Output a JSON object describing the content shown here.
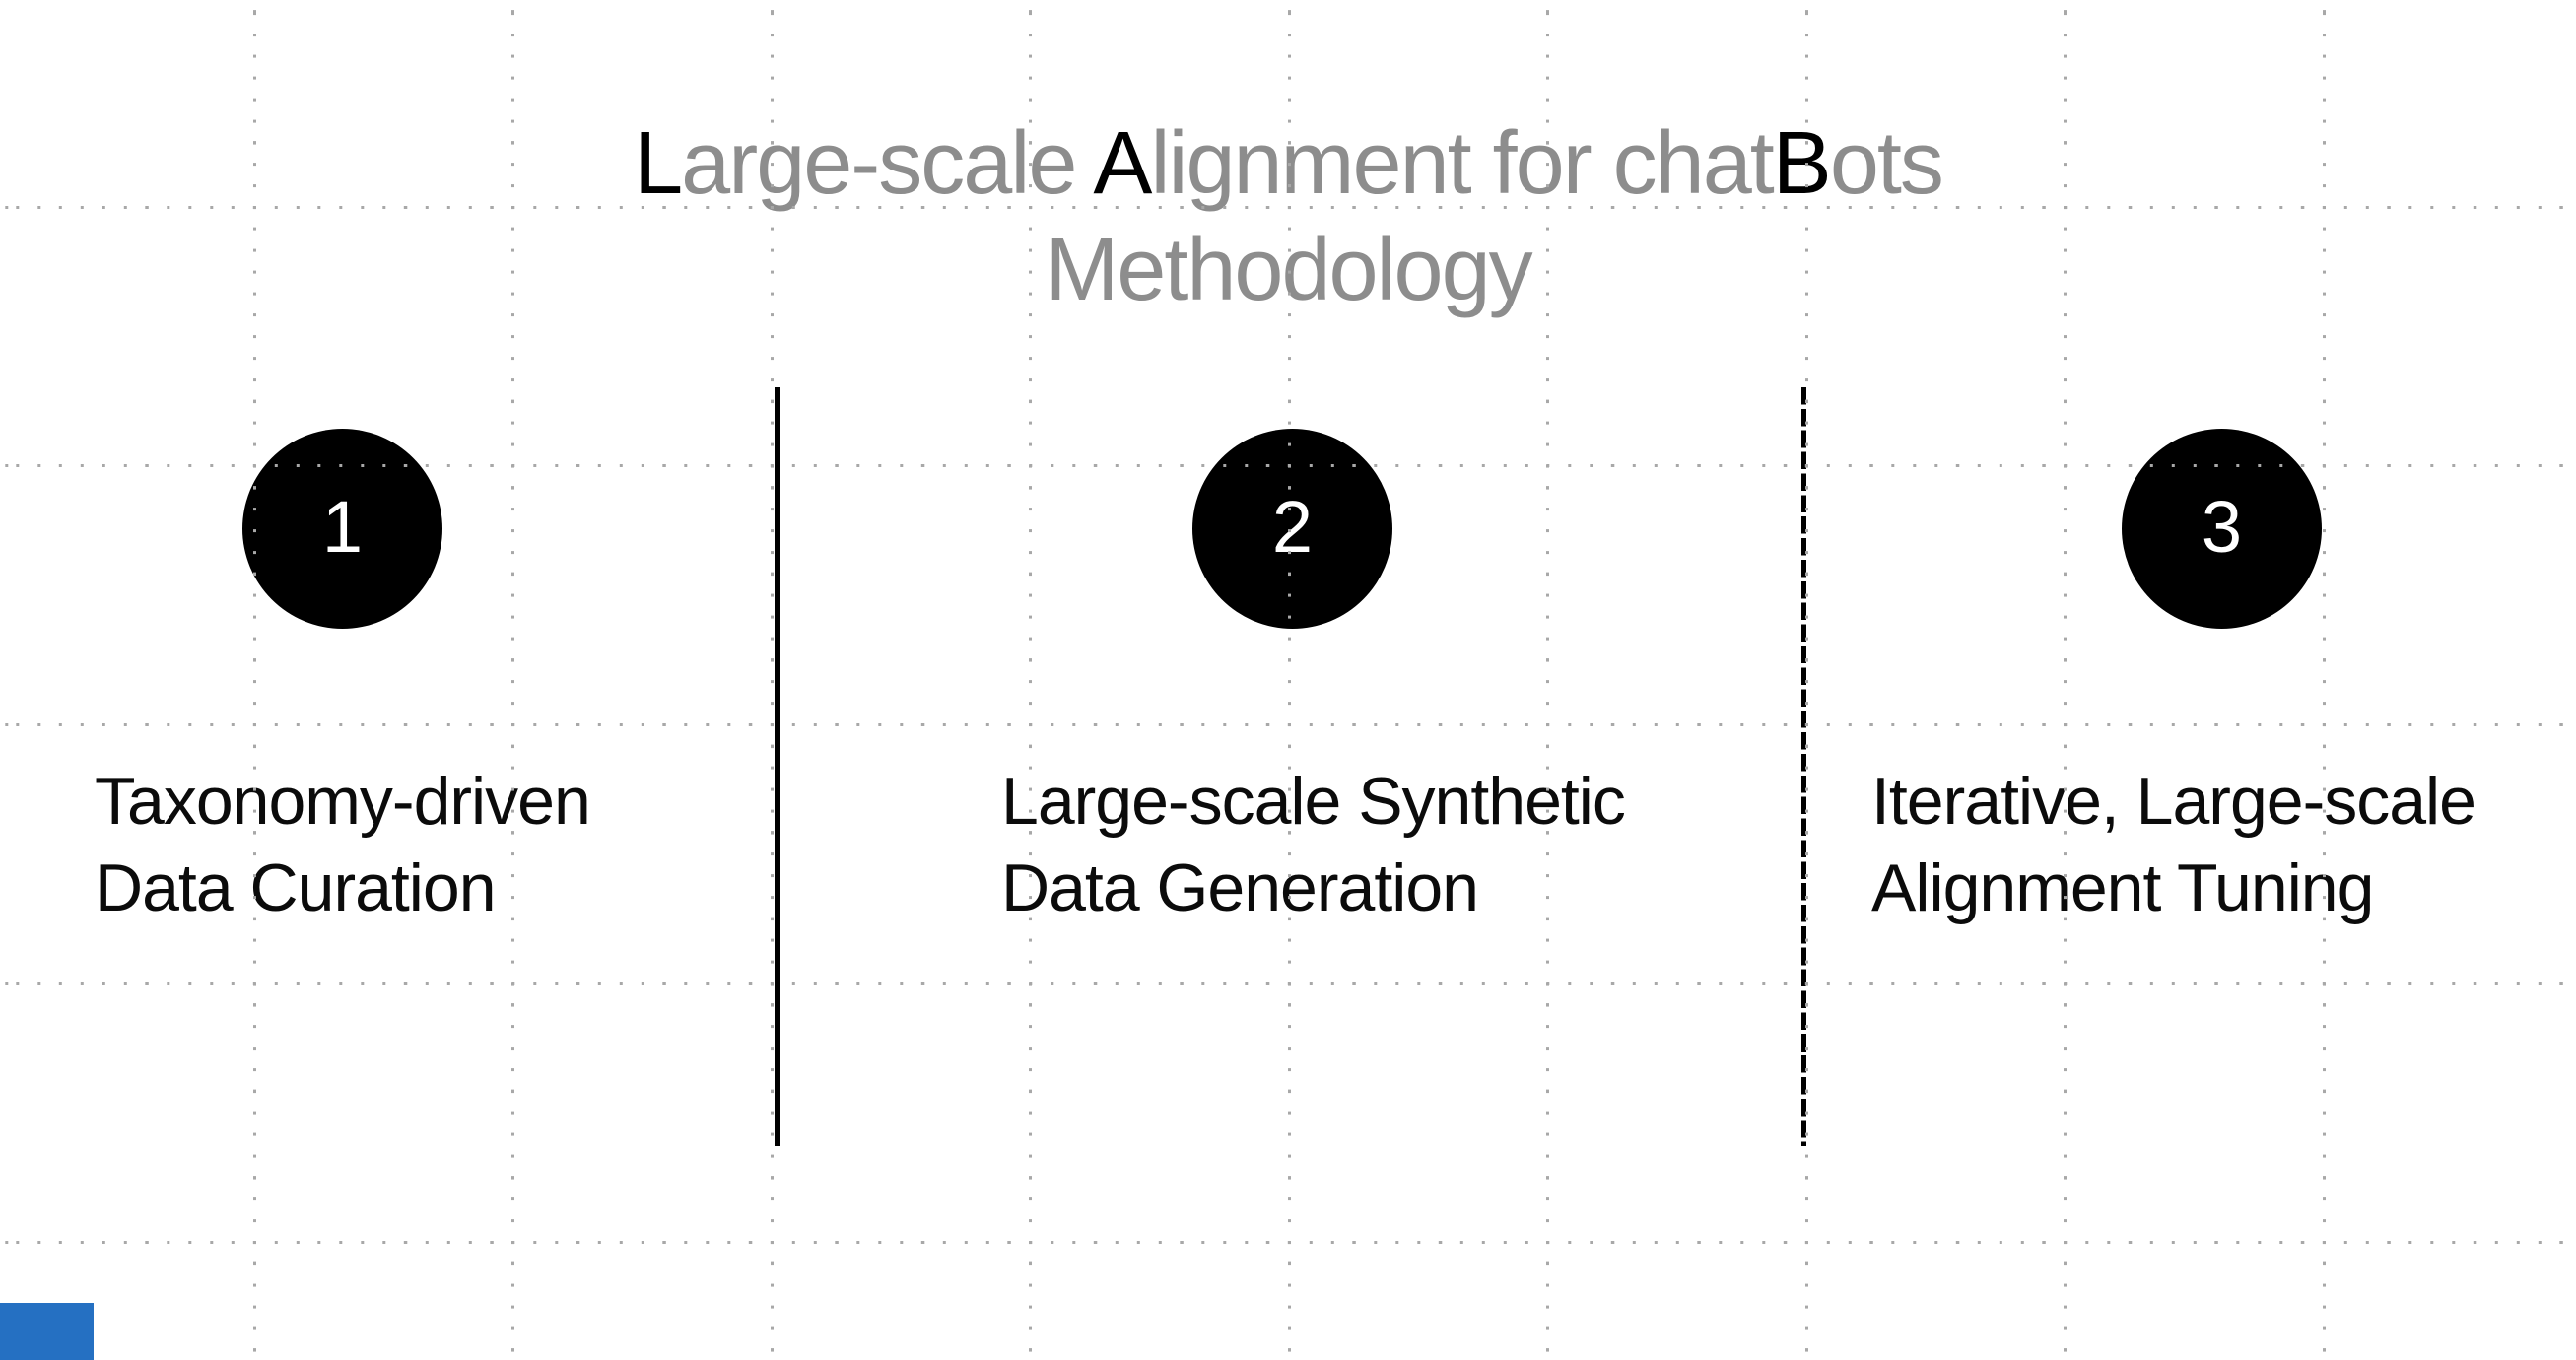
{
  "slide": {
    "title": {
      "line1_segments": [
        {
          "text": "L",
          "emphasis": true
        },
        {
          "text": "arge-scale ",
          "emphasis": false
        },
        {
          "text": "A",
          "emphasis": true
        },
        {
          "text": "lignment for chat",
          "emphasis": false
        },
        {
          "text": "B",
          "emphasis": true
        },
        {
          "text": "ots",
          "emphasis": false
        }
      ],
      "line2": "Methodology"
    },
    "steps": [
      {
        "number": "1",
        "label_line1": "Taxonomy-driven",
        "label_line2": "Data Curation"
      },
      {
        "number": "2",
        "label_line1": "Large-scale Synthetic",
        "label_line2": "Data Generation"
      },
      {
        "number": "3",
        "label_line1": "Iterative, Large-scale",
        "label_line2": "Alignment Tuning"
      }
    ],
    "colors": {
      "title_gray": "#8d8d8d",
      "emphasis_black": "#000000",
      "circle_black": "#000000",
      "number_white": "#ffffff",
      "label_black": "#0b0b0b",
      "grid_dot_gray": "#a8a8a8",
      "accent_blue": "#2570c2"
    }
  }
}
